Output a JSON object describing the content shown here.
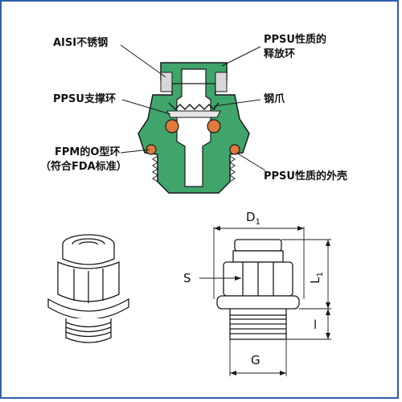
{
  "colors": {
    "frame": "#2f5fa8",
    "body_green": "#3fa56a",
    "oring": "#e07a3c",
    "line": "#1a1a1a"
  },
  "callouts": {
    "aisi": "AISI不锈钢",
    "release_ring_line1": "PPSU性质的",
    "release_ring_line2": "释放环",
    "support_ring": "PPSU支撑环",
    "claw": "钢爪",
    "oring_line1": "FPM的O型环",
    "oring_line2": "（符合FDA标准）",
    "shell": "PPSU性质的外壳"
  },
  "dimensions": {
    "d1_main": "D",
    "d1_sub": "1",
    "s": "S",
    "l1_main": "L",
    "l1_sub": "1",
    "l": "l",
    "g": "G"
  }
}
